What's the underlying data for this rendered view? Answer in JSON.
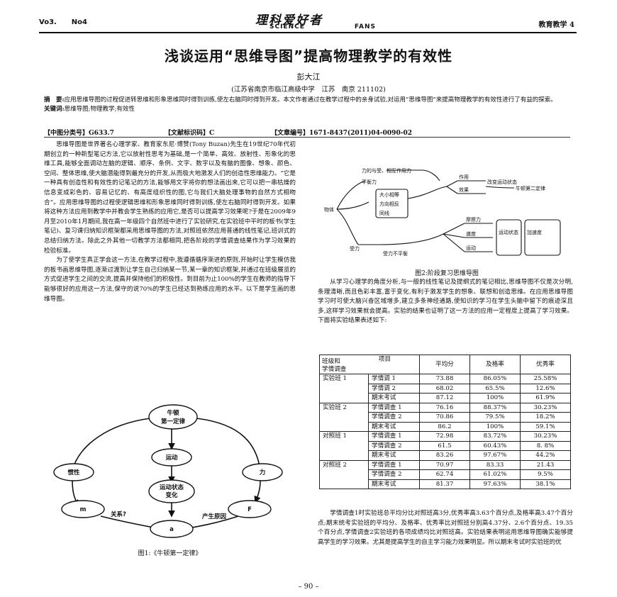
{
  "header": {
    "volume": "Vo3.",
    "number": "No4",
    "logo": "理科爱好者",
    "sub_left": "SCIENCE",
    "sub_right": "FANS",
    "section": "教育教学 4"
  },
  "title": "浅谈运用“思维导图”提高物理教学的有效性",
  "author": "彭大江",
  "affiliation": "(江苏省南京市临江高级中学　江苏　南京 211102)",
  "abstract_label": "摘　要:",
  "abstract": "应用思维导图的过程促进转思维和形象思维同时得到训练,使左右脑同时得到开发。本文作者通过在教学过程中的亲身试验,对运用“思维导图”来提高物理教学的有效性进行了有益的探索。",
  "keywords_label": "关键词:",
  "keywords": "思维导图;物理教学;有效性",
  "classification": {
    "clc": "【中图分类号】G633.7",
    "doc": "【文献标识码】C",
    "article": "【文章编号】1671-8437(2011)04-0090-02"
  },
  "left_paragraphs": [
    "思维导图是世界著名心理学家、教育家东尼·博赞(Tony Buzan)先生在19世纪70年代初期创立的一种新型笔记方法,它以放射性思考为基础,是一个简单、高效、放射性、形象化的思维工具,能够全面调动左脑的逻辑、顺序、条例、文字、数字以及有脑的图像、想象、颜色、空间、整体思维,使大脑潜能得到最充分的开发,从而极大地激发人们的创造性思维能力。“它是一种具有创造性和有效性的记笔记的方法,能够用文字将你的想法画出来,它可以把一串枯燥的信息变成彩色的、容易记忆的、有高度组织性的图,它与我们大脑处理事物的自然方式相吻合”。应用思维导图的过程使逻辑思维和形象思维同时得到训练,使左右脑同时得到开发。如果将这种方法应用到教学中并教会学生熟练的应用它,是否可以提高学习效果呢?于是在2009年9月至2010年1月期间,我在高一年级四个自然班中进行了实验研究,在实验班中平时的板书(学生笔记)、复习课归纳知识框架都采用思维导图的方法,对照班依然应用普通的线性笔记,班训式的总结归纳方法。除此之外其他一切教学方法都相同,把各阶段的学情调查结果作为学习效果的检验标准。",
    "为了使学生真正学会这一方法,在教学过程中,我遵循循序渐进的原则,开始时让学生模仿我的板书画思维导图,逐渐过渡到让学生自己归纳某一节,某一章的知识框架,并通过在班级展览的方式促进学生之间的交流,提高并保持他们的积极性。到目前为止100%的学生在教师的指导下能够很好的应用这一方法,保守的说70%的学生已经达到熟练应用的水平。以下是学生画的思维导图。"
  ],
  "figure1": {
    "caption": "图1:《牛顿第一定律》",
    "nodes": {
      "top": [
        "牛顿",
        "第一定律"
      ],
      "left": "惯性",
      "center": "运动",
      "right": "力",
      "state": [
        "运动状态",
        "变化"
      ],
      "m": "m",
      "f": "F",
      "a": "a",
      "relation": "关系?",
      "produce": "产生原因"
    }
  },
  "figure2": {
    "caption": "图2:阶段复习思维导图",
    "labels": [
      "力的与受、相互作用力",
      "平衡力",
      "物体",
      "受力",
      "大小相等",
      "方向相反",
      "同线",
      "作用",
      "效果",
      "改变运动状态",
      "牛顿第二定律",
      "运动状态",
      "受力不平衡",
      "摩擦力",
      "速度",
      "运动",
      "加速度"
    ]
  },
  "right_paragraphs": [
    "从学习心理学的角度分析,与一般的线性笔记及提纲式的笔记相比,思维导图不仅是次分明,条理清晰,而且色彩丰富,富于变化,有利于激发学生的想象、联想和创造思维。在应用思维导图学习时可使大脑兴奋区域增多,建立多条神经通路,使知识的学习在学生头脑中留下的痕迹深且多,这样学习效果就会提高。实验的结果也证明了这一方法的应用一定程度上提高了学习效果。下面将实验结果表述如下:"
  ],
  "table": {
    "corner_top": "项目",
    "corner_bottom_1": "班级和",
    "corner_bottom_2": "学情调查",
    "headers": [
      "平均分",
      "及格率",
      "优秀率"
    ],
    "groups": [
      {
        "name": "实验班 1",
        "rows": [
          {
            "label": "学情调 1",
            "avg": "73.88",
            "pass": "86.05%",
            "excellent": "25.58%"
          },
          {
            "label": "学情调 2",
            "avg": "68.02",
            "pass": "65.5%",
            "excellent": "12.6%"
          },
          {
            "label": "期末考试",
            "avg": "87.12",
            "pass": "100%",
            "excellent": "61.9%"
          }
        ]
      },
      {
        "name": "实验班 2",
        "rows": [
          {
            "label": "学情调查 1",
            "avg": "76.16",
            "pass": "88.37%",
            "excellent": "30.23%"
          },
          {
            "label": "学情调查 2",
            "avg": "70.86",
            "pass": "79.5%",
            "excellent": "18.2%"
          },
          {
            "label": "期末考试",
            "avg": "86.2",
            "pass": "100%",
            "excellent": "59.1%"
          }
        ]
      },
      {
        "name": "对照班 1",
        "rows": [
          {
            "label": "学情调查 1",
            "avg": "72.98",
            "pass": "83.72%",
            "excellent": "30.23%"
          },
          {
            "label": "学情调查 2",
            "avg": "61.5",
            "pass": "60.43%",
            "excellent": "8. 8%"
          },
          {
            "label": "期末考试",
            "avg": "83.26",
            "pass": "97.67%",
            "excellent": "44.2%"
          }
        ]
      },
      {
        "name": "对照班 2",
        "rows": [
          {
            "label": "学情调查 1",
            "avg": "70.97",
            "pass": "83.33",
            "excellent": "21.43"
          },
          {
            "label": "学情调查 2",
            "avg": "62.74",
            "pass": "61.02%",
            "excellent": "9.5%"
          },
          {
            "label": "期末考试",
            "avg": "81.37",
            "pass": "97.63%",
            "excellent": "38.1%"
          }
        ]
      }
    ]
  },
  "right_after_table": "学情调查1时实验班总平均分比对照班高3分,优秀率高3.63个百分点,及格率高3.47个百分点;期末统考实验班的平均分、及格率、优秀率比对照班分别高4.37分、2.6个百分点、19.35个百分点,学情调查2实验班的各项成绩均比对照班高。实验结果表明运用思维导图确实能够提高学生的学习效果。尤其是提高学生的自主学习能力效果明显。所以期末考试时实验班的优",
  "page_number": "– 90 –"
}
